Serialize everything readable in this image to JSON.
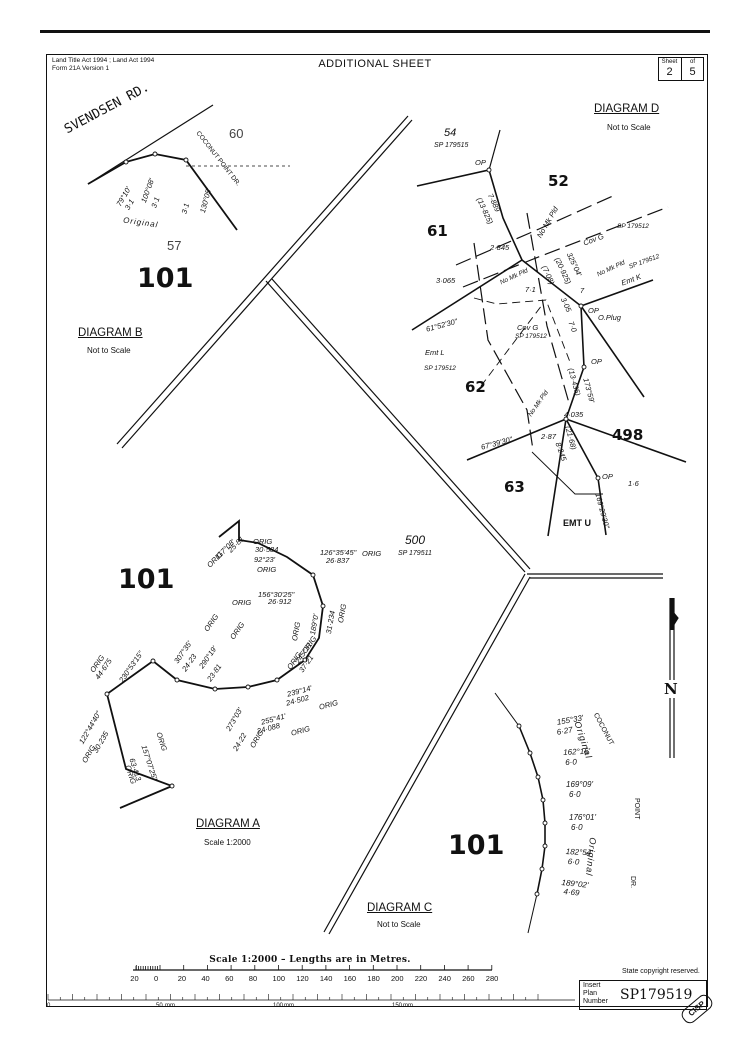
{
  "header": {
    "act_line1": "Land Title Act 1994 ; Land Act 1994",
    "act_line2": "Form 21A Version 1",
    "title": "ADDITIONAL SHEET",
    "sheet_label": "Sheet",
    "sheet_number": "2",
    "of_label": "of",
    "sheet_total": "5"
  },
  "diagram_a": {
    "heading": "DIAGRAM A",
    "scale": "Scale 1:2000",
    "lot": "101",
    "adjoin_lot": "500",
    "adjoin_plan": "SP 179511",
    "labels": [
      "25·81",
      "117°08'",
      "ORIG",
      "ORIG",
      "30·584",
      "92°23'",
      "ORIG",
      "126°35'45\"",
      "ORIG",
      "26·837",
      "156°30'25\"",
      "ORIG",
      "26·912",
      "ORIG",
      "189°0'",
      "31·234",
      "ORIG",
      "ORIG",
      "245°31'",
      "37·21",
      "ORIG",
      "307°35'",
      "ORIG",
      "24·23",
      "290°19'",
      "ORIG",
      "23·81",
      "239°14'",
      "24·502",
      "ORIG",
      "255°41'",
      "24·088",
      "ORIG",
      "273°03'",
      "24·22",
      "ORIG",
      "ORIG",
      "44·675",
      "230°53'15\"",
      "122°44'40\"",
      "ORIG",
      "30·235",
      "157°07'25\"",
      "ORIG",
      "63·413",
      "ORIG"
    ]
  },
  "diagram_b": {
    "heading": "DIAGRAM B",
    "note": "Not to Scale",
    "road": "SVENDSEN RD.",
    "road2": "COCONUT POINT DR.",
    "lot_60": "60",
    "lot_57": "57",
    "lot": "101",
    "original": "Original",
    "labels": [
      "79°10'",
      "3·1",
      "100°08'",
      "3·1",
      "130°05'",
      "3·1"
    ]
  },
  "diagram_c": {
    "heading": "DIAGRAM C",
    "note": "Not to Scale",
    "lot": "101",
    "road": "COCONUT",
    "road_point": "POINT",
    "road_dr": "DR.",
    "original1": "Original",
    "original2": "Original",
    "labels": [
      "155°33'",
      "6·27",
      "162°16'",
      "6·0",
      "169°09'",
      "6·0",
      "176°01'",
      "6·0",
      "182°54'",
      "6·0",
      "189°02'",
      "4·69"
    ]
  },
  "diagram_d": {
    "heading": "DIAGRAM D",
    "note": "Not to Scale",
    "lot_54": "54",
    "plan_54": "SP 179515",
    "lot_52": "52",
    "lot_61": "61",
    "lot_62": "62",
    "lot_63": "63",
    "lot_498": "498",
    "emt_u": "EMT U",
    "labels": [
      "OP",
      "7·889",
      "(13·825)",
      "2·845",
      "No Mk Pld",
      "325°04'",
      "(20·925)",
      "(7·08)",
      "Cov G",
      "SP 179512",
      "3·065",
      "No Mk Pld",
      "7·1",
      "No Mk Pld",
      "Emt K",
      "SP 179512",
      "61°52'30\"",
      "3·05",
      "7",
      "OP",
      "O.Plug",
      "Cov G",
      "SP 179512",
      "7·0",
      "Emt L",
      "SP 179512",
      "OP",
      "(13·435)",
      "173°59'",
      "No Mk Pld",
      "4·035",
      "2·87",
      "67°39'30\"",
      "(21·68)",
      "8·245",
      "OP",
      "1·6",
      "169°29'30\""
    ]
  },
  "footer": {
    "scale_title": "Scale 1:2000 – Lengths are in Metres.",
    "scale_ticks": [
      "20",
      "0",
      "20",
      "40",
      "60",
      "80",
      "100",
      "120",
      "140",
      "160",
      "180",
      "200",
      "220",
      "240",
      "260",
      "280"
    ],
    "ruler_ticks": [
      "0",
      "50",
      "mm",
      "100",
      "mm",
      "150",
      "mm"
    ],
    "copyright": "State copyright reserved.",
    "insert_label1": "Insert",
    "insert_label2": "Plan",
    "insert_label3": "Number",
    "plan_number": "SP179519",
    "stamp": "CISP"
  },
  "north": "N"
}
